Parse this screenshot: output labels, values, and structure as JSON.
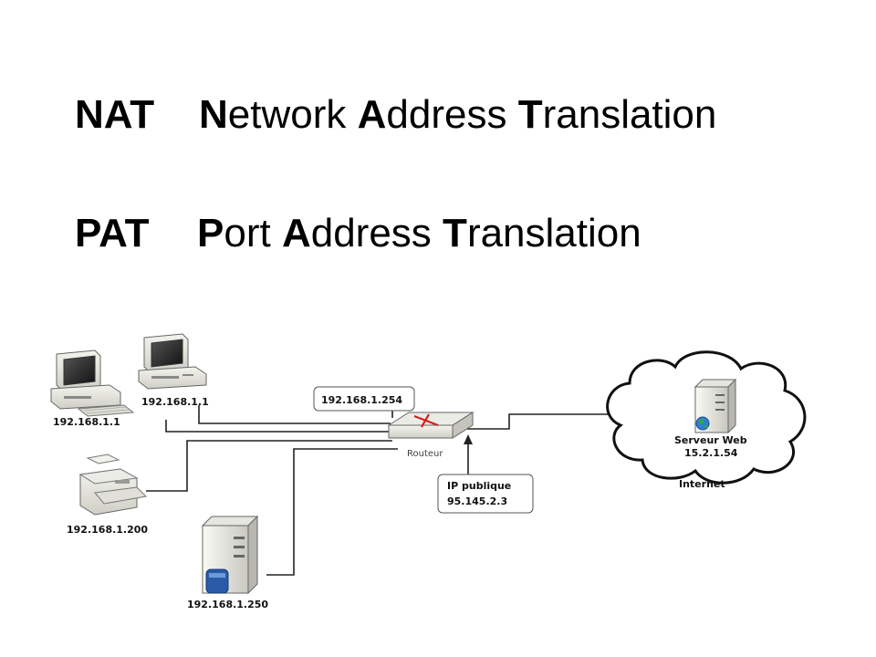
{
  "title": {
    "nat": {
      "acronym": "NAT",
      "w1_first": "N",
      "w1_rest": "etwork",
      "w2_first": "A",
      "w2_rest": "ddress",
      "w3_first": "T",
      "w3_rest": "ranslation"
    },
    "pat": {
      "acronym": "PAT",
      "w1_first": "P",
      "w1_rest": "ort",
      "w2_first": "A",
      "w2_rest": "ddress",
      "w3_first": "T",
      "w3_rest": "ranslation"
    }
  },
  "diagram": {
    "pc_left_label": "192.168.1.1",
    "pc_top_label": "192.168.1.1",
    "printer_label": "192.168.1.200",
    "server_label": "192.168.1.250",
    "router_ip_callout": "192.168.1.254",
    "router_label": "Routeur",
    "public_ip_title": "IP publique",
    "public_ip_value": "95.145.2.3",
    "web_server_title": "Serveur Web",
    "web_server_ip": "15.2.1.54",
    "internet_label": "Internet"
  }
}
